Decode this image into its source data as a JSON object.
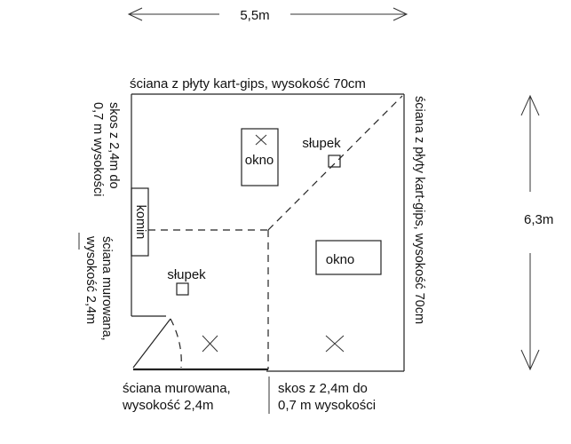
{
  "dimensions": {
    "width_label": "5,5m",
    "height_label": "6,3m"
  },
  "walls": {
    "top": "ściana z płyty kart-gips, wysokość 70cm",
    "right": "ściana z płyty kart-gips, wysokość 70cm",
    "left_slope_line1": "skos z 2,4m do",
    "left_slope_line2": "0,7 m wysokości",
    "left_masonry_line1": "ściana murowana,",
    "left_masonry_line2": "wysokość 2,4m",
    "bottom_masonry_line1": "ściana murowana,",
    "bottom_masonry_line2": "wysokość 2,4m",
    "bottom_slope_line1": "skos z 2,4m do",
    "bottom_slope_line2": "0,7 m wysokości"
  },
  "elements": {
    "window_top": "okno",
    "window_right": "okno",
    "chimney": "komin",
    "pillar_top": "słupek",
    "pillar_left": "słupek"
  }
}
